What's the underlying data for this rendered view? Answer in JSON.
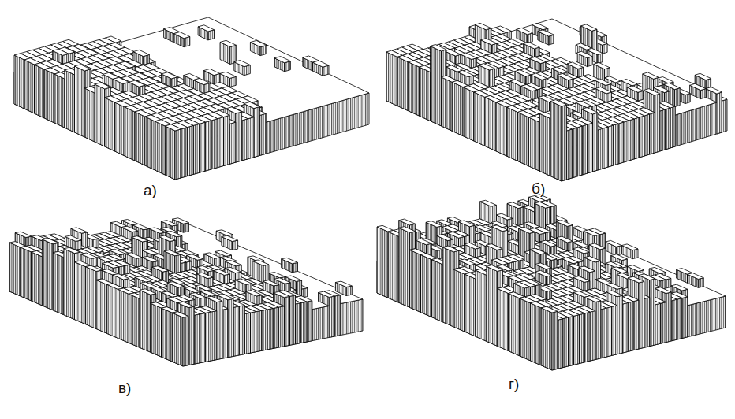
{
  "diagram": {
    "labels": [
      "а)",
      "б)",
      "в)",
      "г)"
    ]
  }
}
